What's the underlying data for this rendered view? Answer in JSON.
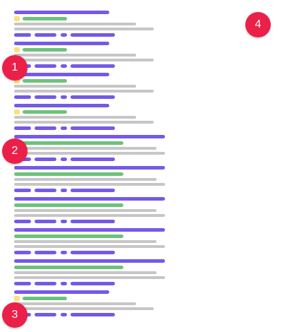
{
  "colors": {
    "title_bar": "#7559e8",
    "url_bar": "#6dc27b",
    "text_line": "#c6c6c6",
    "favicon": "#f6e27a",
    "badge": "#ea2048"
  },
  "markers": [
    {
      "label": "1"
    },
    {
      "label": "2"
    },
    {
      "label": "3"
    },
    {
      "label": "4"
    }
  ],
  "results": [
    {
      "variant": "short"
    },
    {
      "variant": "short"
    },
    {
      "variant": "short"
    },
    {
      "variant": "short"
    },
    {
      "variant": "long"
    },
    {
      "variant": "long"
    },
    {
      "variant": "long"
    },
    {
      "variant": "long"
    },
    {
      "variant": "long"
    },
    {
      "variant": "short"
    }
  ]
}
